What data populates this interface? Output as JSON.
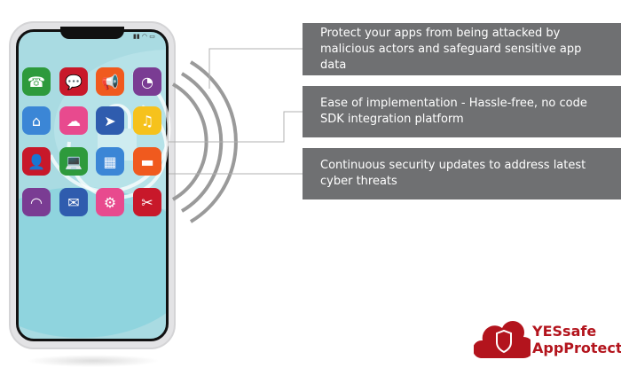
{
  "features": [
    "Protect your apps from being attacked by malicious actors and safeguard sensitive app data",
    "Ease of implementation - Hassle-free, no code SDK integration platform",
    "Continuous security updates to address latest cyber threats"
  ],
  "brand": {
    "line1": "YESsafe",
    "line2": "AppProtect+",
    "color": "#b3141d"
  },
  "apps": [
    {
      "icon": "phone-icon",
      "glyph": "☎",
      "color": "#2e9a3c"
    },
    {
      "icon": "chat-icon",
      "glyph": "💬",
      "color": "#c8182a"
    },
    {
      "icon": "megaphone-icon",
      "glyph": "📢",
      "color": "#f05a1e"
    },
    {
      "icon": "pie-chart-icon",
      "glyph": "◔",
      "color": "#7a3c93"
    },
    {
      "icon": "home-icon",
      "glyph": "⌂",
      "color": "#3b86d6"
    },
    {
      "icon": "cloud-icon",
      "glyph": "☁",
      "color": "#e84a8e"
    },
    {
      "icon": "send-icon",
      "glyph": "➤",
      "color": "#2f5cae"
    },
    {
      "icon": "music-icon",
      "glyph": "♫",
      "color": "#f6c21c"
    },
    {
      "icon": "user-icon",
      "glyph": "👤",
      "color": "#c8182a"
    },
    {
      "icon": "laptop-icon",
      "glyph": "💻",
      "color": "#2e9a3c"
    },
    {
      "icon": "building-icon",
      "glyph": "▦",
      "color": "#3b86d6"
    },
    {
      "icon": "folder-icon",
      "glyph": "▬",
      "color": "#f05a1e"
    },
    {
      "icon": "wifi-icon",
      "glyph": "◠",
      "color": "#7a3c93"
    },
    {
      "icon": "mail-icon",
      "glyph": "✉",
      "color": "#2f5cae"
    },
    {
      "icon": "gear-icon",
      "glyph": "⚙",
      "color": "#e84a8e"
    },
    {
      "icon": "tools-icon",
      "glyph": "✂",
      "color": "#c8182a"
    }
  ]
}
